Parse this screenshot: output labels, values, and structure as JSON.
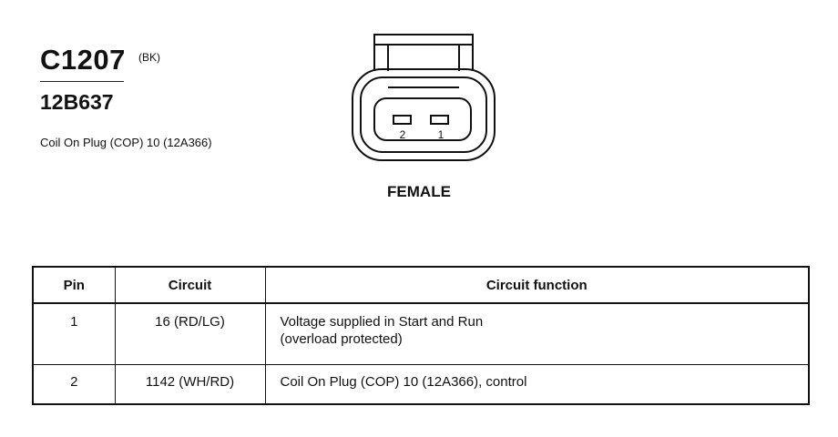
{
  "header": {
    "connector_id": "C1207",
    "connector_color": "(BK)",
    "part_number": "12B637",
    "description": "Coil On Plug (COP) 10 (12A366)"
  },
  "connector": {
    "pin_labels": [
      "2",
      "1"
    ],
    "gender": "FEMALE"
  },
  "table": {
    "headers": [
      "Pin",
      "Circuit",
      "Circuit function"
    ],
    "rows": [
      {
        "pin": "1",
        "circuit": "16 (RD/LG)",
        "function_lines": [
          "Voltage supplied in Start and Run",
          "(overload protected)"
        ]
      },
      {
        "pin": "2",
        "circuit": "1142 (WH/RD)",
        "function_lines": [
          "Coil On Plug (COP) 10 (12A366), control"
        ]
      }
    ]
  }
}
